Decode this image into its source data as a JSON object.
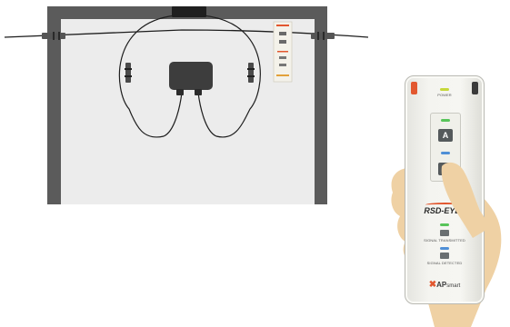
{
  "remote": {
    "power_label": "POWER",
    "button_a": "A",
    "button_b": "B",
    "model": "RSD-EYE",
    "model_suffix": "+",
    "signal_transmitted_label": "SIGNAL TRANSMITTED",
    "signal_detected_label": "SIGNAL DETECTED",
    "brand_mark": "✖",
    "brand_main": "AP",
    "brand_sub": "smart"
  },
  "colors": {
    "frame": "#5b5b5b",
    "panel_fill": "#ececec",
    "accent_orange": "#e2572f",
    "led_power": "#c6d83a",
    "led_green": "#58c45a",
    "led_blue": "#4f8fd6",
    "skin": "#efd1a4"
  }
}
